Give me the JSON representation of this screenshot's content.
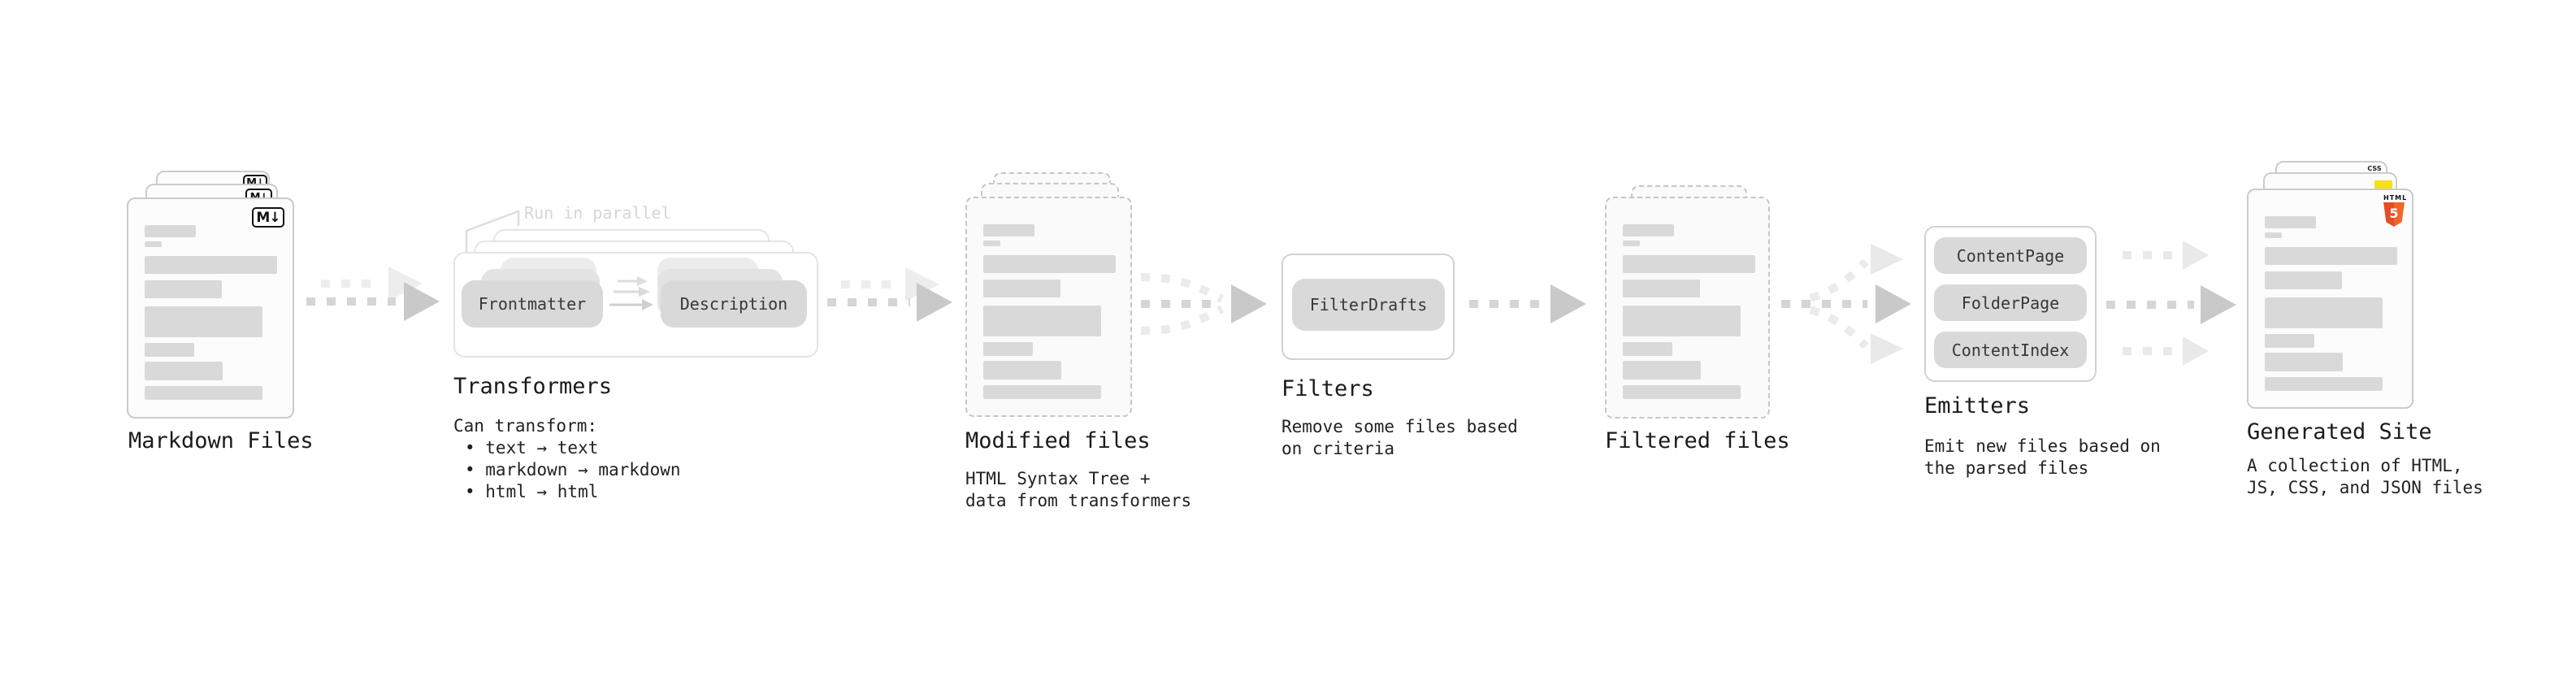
{
  "nodes": {
    "markdown_files": {
      "label": "Markdown Files"
    },
    "transformers": {
      "label": "Transformers",
      "annotation": "Run in parallel",
      "steps": {
        "frontmatter": "Frontmatter",
        "description": "Description"
      },
      "desc_heading": "Can transform:",
      "bullets": {
        "b1": "• text → text",
        "b2": "• markdown → markdown",
        "b3": "• html → html"
      }
    },
    "modified_files": {
      "label": "Modified files",
      "desc1": "HTML Syntax Tree +",
      "desc2": "data from transformers"
    },
    "filters": {
      "label": "Filters",
      "desc1": "Remove some files based",
      "desc2": "on criteria",
      "buttons": {
        "filter_drafts": "FilterDrafts"
      }
    },
    "filtered_files": {
      "label": "Filtered files"
    },
    "emitters": {
      "label": "Emitters",
      "desc1": "Emit new files based on",
      "desc2": "the parsed files",
      "buttons": {
        "content_page": "ContentPage",
        "folder_page": "FolderPage",
        "content_index": "ContentIndex"
      }
    },
    "generated_site": {
      "label": "Generated Site",
      "desc1": "A collection of HTML,",
      "desc2": "JS, CSS, and JSON files"
    }
  },
  "badges": {
    "markdown": "M↓",
    "html5_label": "HTML",
    "html5_number": "5",
    "css_label": "CSS"
  },
  "colors": {
    "arrow_main": "#c9c9c9",
    "arrow_ghost": "#ededed",
    "placeholder_bar": "#d9d9d9",
    "chip": "#d9d9d9",
    "html5_orange": "#e44d26",
    "js_yellow": "#f7df1e",
    "css_blue": "#2962f1"
  }
}
